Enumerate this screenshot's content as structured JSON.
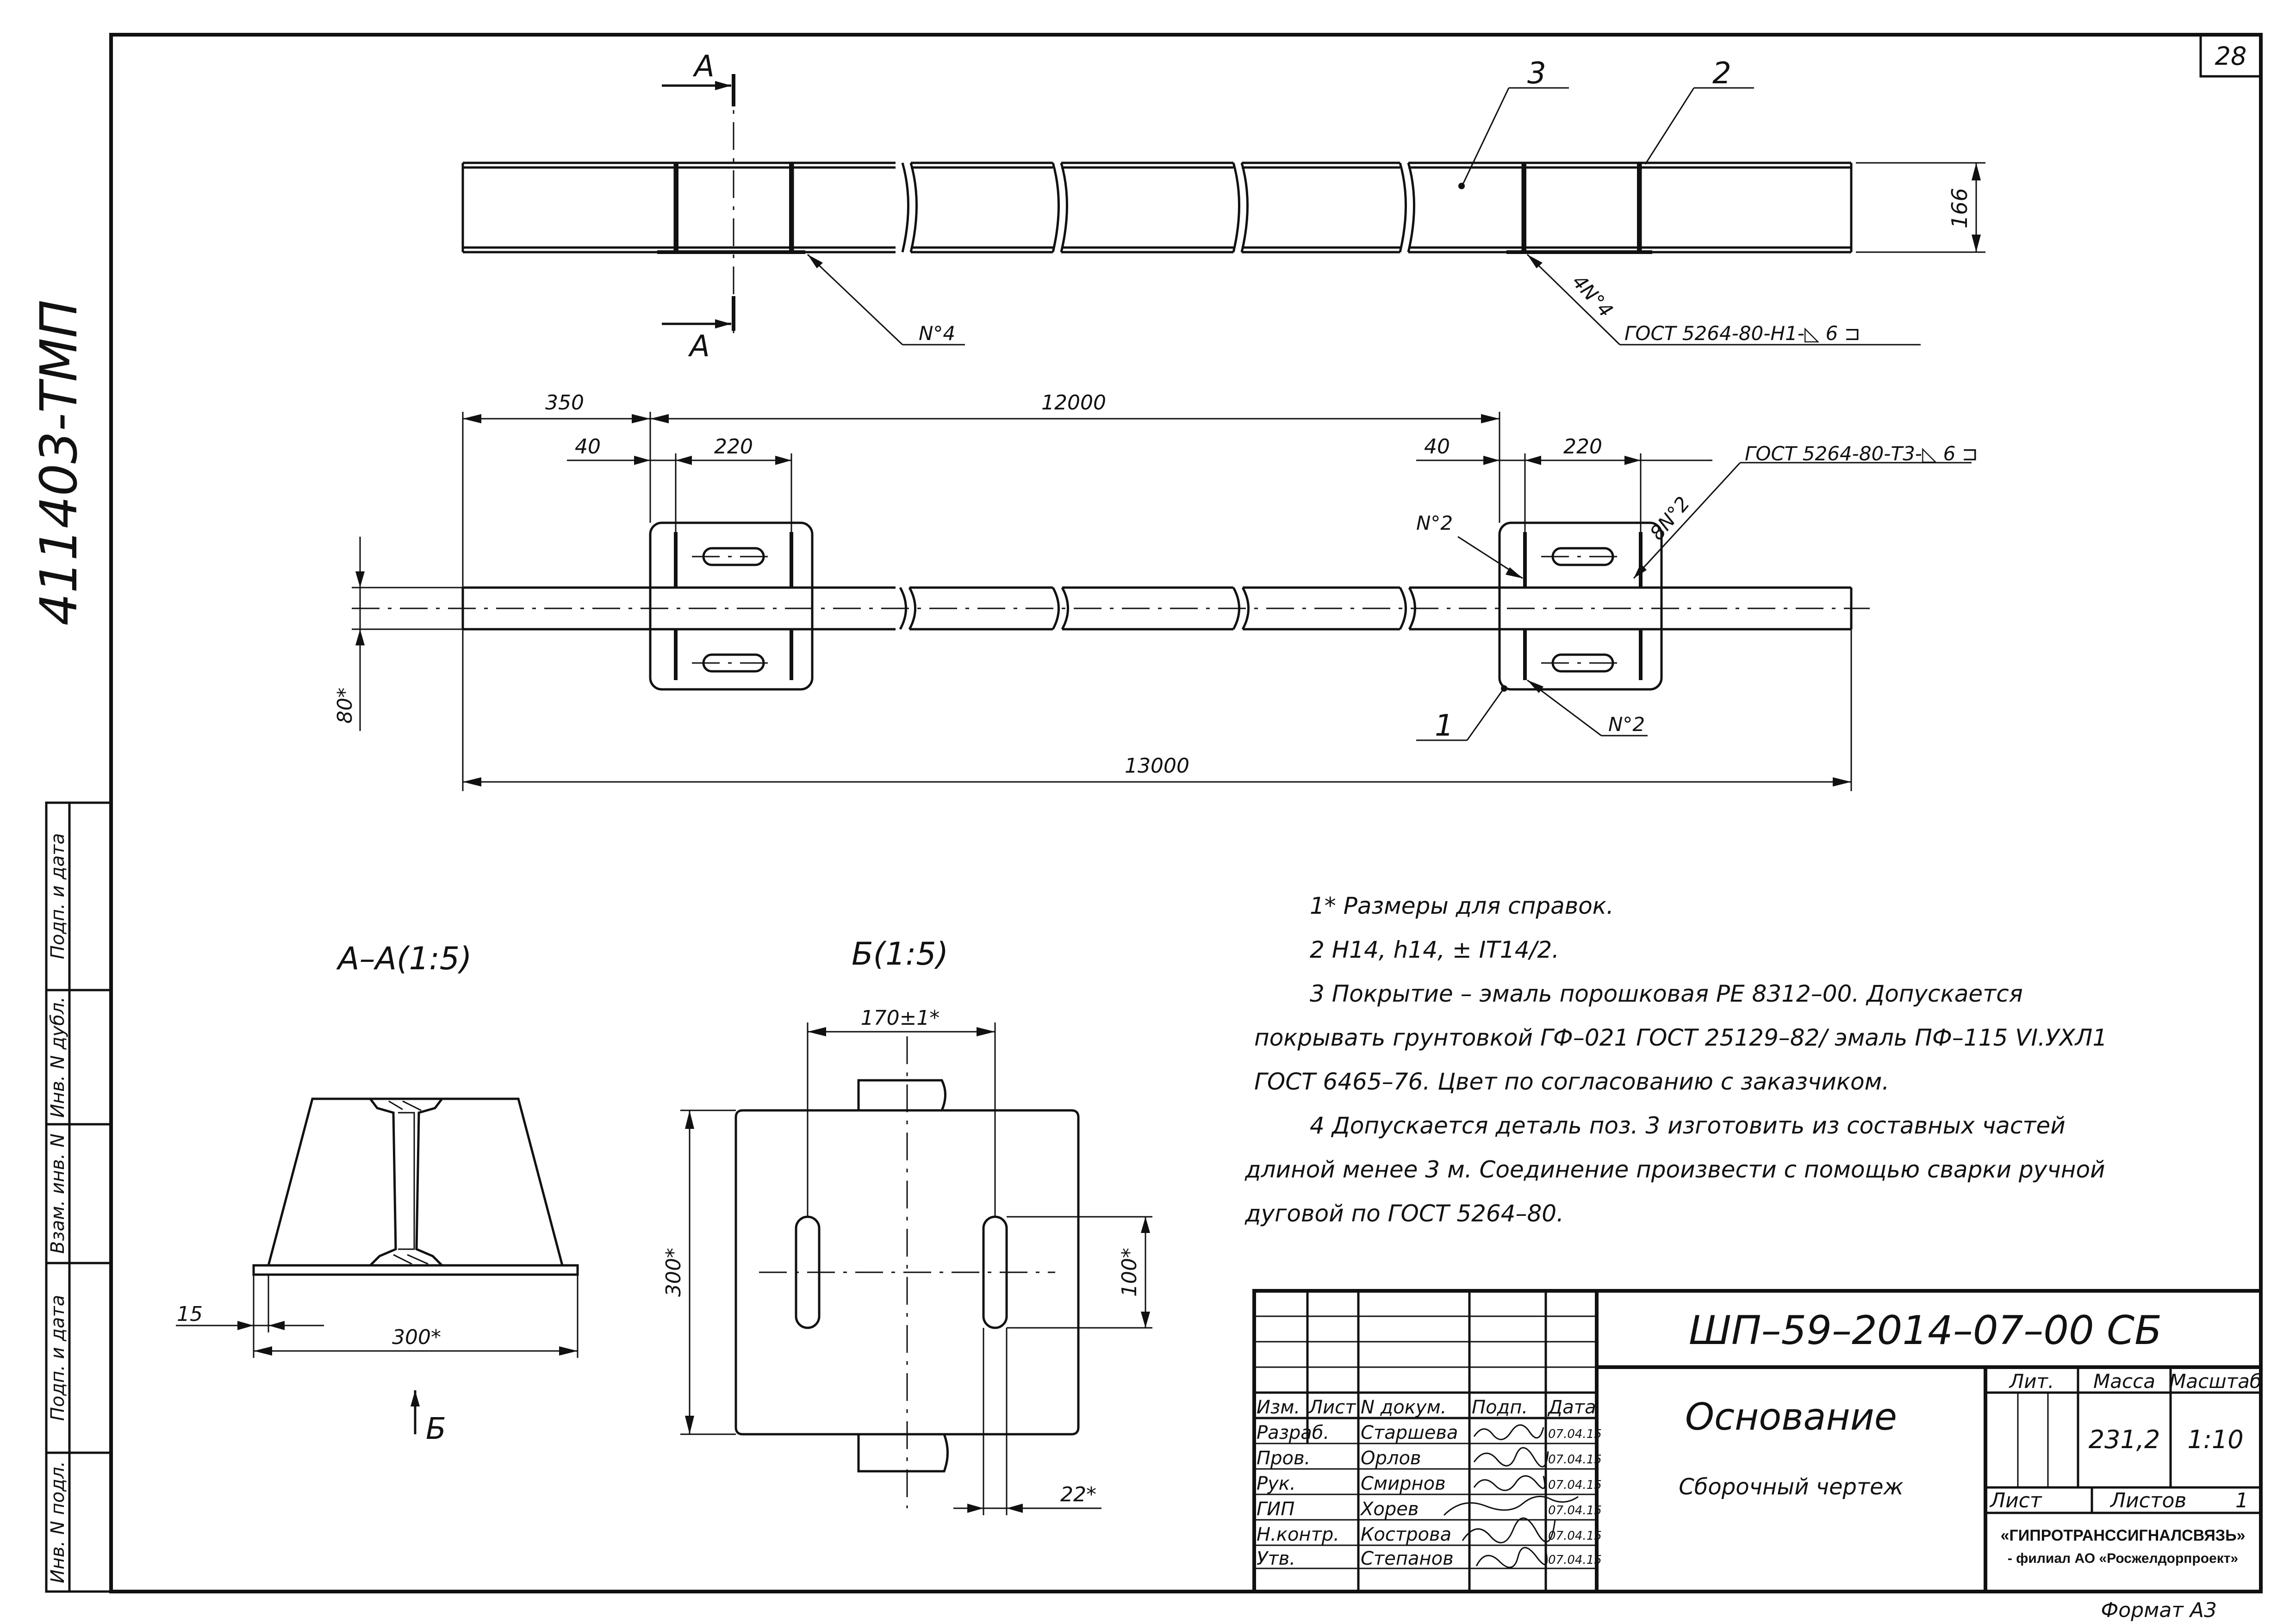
{
  "sheet": {
    "number": "28",
    "side_code": "411403-ТМП",
    "format_label": "Формат А3",
    "side_stamp": [
      "Подп. и дата",
      "Инв. N дубл.",
      "Взам. инв. N",
      "Подп. и дата",
      "Инв. N подл."
    ]
  },
  "top_view": {
    "section_mark_top": "А",
    "section_mark_bottom": "А",
    "callout_3": "3",
    "callout_2": "2",
    "dim_height": "166",
    "weld_left": "N°4",
    "weld_right": "4N°4",
    "weld_standard": "ГОСТ 5264-80-Н1-◺ 6 ⊐"
  },
  "plan_view": {
    "dim_350": "350",
    "dim_12000": "12000",
    "dim_40_left": "40",
    "dim_220_left": "220",
    "dim_40_right": "40",
    "dim_220_right": "220",
    "dim_13000": "13000",
    "dim_80": "80*",
    "weld_n2_top": "N°2",
    "weld_8n2": "8N°2",
    "weld_n2_bottom": "N°2",
    "callout_1": "1",
    "weld_standard": "ГОСТ 5264-80-Т3-◺ 6 ⊐"
  },
  "section_aa": {
    "title": "А–А(1:5)",
    "dim_15": "15",
    "dim_300": "300*",
    "view_mark": "Б"
  },
  "view_b": {
    "title": "Б(1:5)",
    "dim_170": "170±1*",
    "dim_300": "300*",
    "dim_100": "100*",
    "dim_22": "22*"
  },
  "notes": [
    "1* Размеры для справок.",
    "2 Н14, h14, ± IT14/2.",
    "3 Покрытие – эмаль порошковая РЕ 8312–00. Допускается",
    "покрывать грунтовкой ГФ–021 ГОСТ 25129–82/ эмаль ПФ–115 VI.УХЛ1",
    "ГОСТ 6465–76. Цвет по согласованию с заказчиком.",
    "4 Допускается деталь поз. 3 изготовить из составных частей",
    "длиной менее 3 м. Соединение произвести с помощью сварки ручной",
    "дуговой по ГОСТ 5264–80."
  ],
  "title_block": {
    "designation": "ШП–59–2014–07–00 СБ",
    "name": "Основание",
    "doc_type": "Сборочный чертеж",
    "hdr_izm": "Изм.",
    "hdr_list": "Лист",
    "hdr_ndok": "N докум.",
    "hdr_podp": "Подп.",
    "hdr_data": "Дата",
    "roles": [
      "Разраб.",
      "Пров.",
      "Рук.",
      "ГИП",
      "Н.контр.",
      "Утв."
    ],
    "names": [
      "Старшева",
      "Орлов",
      "Смирнов",
      "Хорев",
      "Кострова",
      "Степанов"
    ],
    "dates": [
      "07.04.15",
      "07.04.15",
      "07.04.15",
      "07.04.15",
      "07.04.15",
      "07.04.15"
    ],
    "lit_label": "Лит.",
    "mass_label": "Масса",
    "scale_label": "Масштаб",
    "mass_value": "231,2",
    "scale_value": "1:10",
    "sheet_label": "Лист",
    "sheets_label": "Листов",
    "sheets_value": "1",
    "org_line1": "«ГИПРОТРАНССИГНАЛСВЯЗЬ»",
    "org_line2": "- филиал АО «Росжелдорпроект»"
  }
}
